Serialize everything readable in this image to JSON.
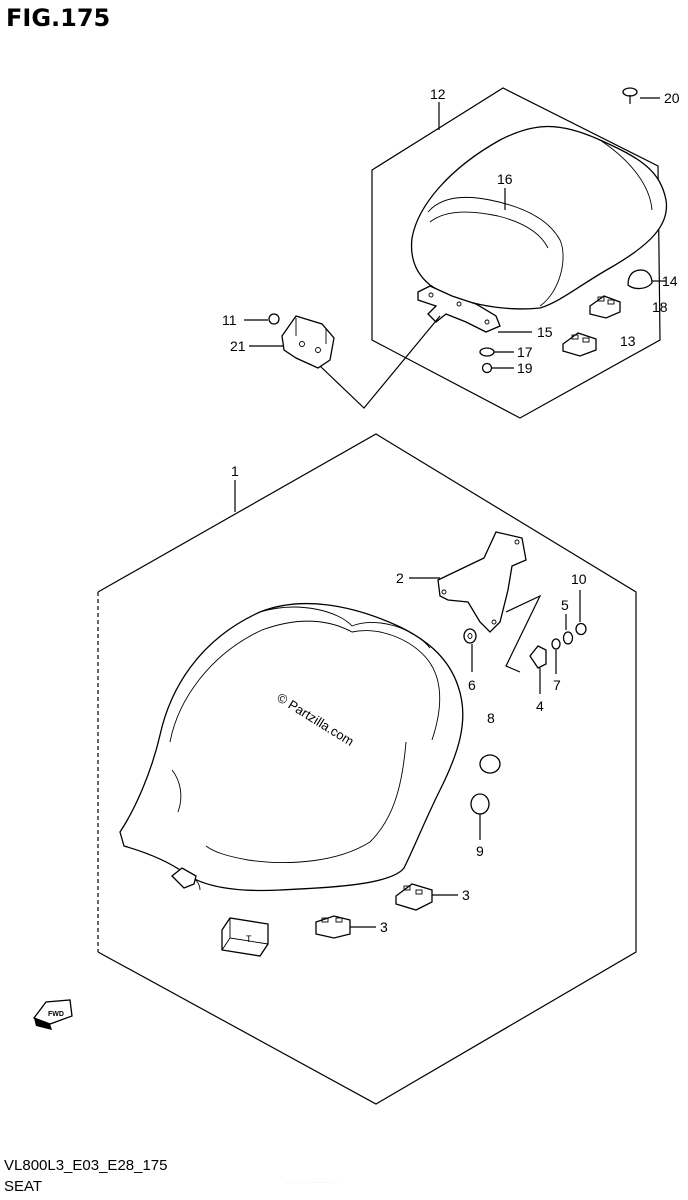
{
  "figure": {
    "title": "FIG.175",
    "diagram_code": "VL800L3_E03_E28_175",
    "section_name": "SEAT",
    "copyright": "© Partzilla.com",
    "fwd_badge": "FWD",
    "footer_mark": "· · · · · · · · · · · · · · ·"
  },
  "callouts": {
    "c1": "1",
    "c2": "2",
    "c3a": "3",
    "c3b": "3",
    "c4": "4",
    "c5": "5",
    "c6": "6",
    "c7": "7",
    "c8": "8",
    "c9": "9",
    "c10": "10",
    "c11": "11",
    "c12": "12",
    "c13": "13",
    "c14": "14",
    "c15": "15",
    "c16": "16",
    "c17": "17",
    "c18": "18",
    "c19": "19",
    "c20": "20",
    "c21": "21"
  }
}
